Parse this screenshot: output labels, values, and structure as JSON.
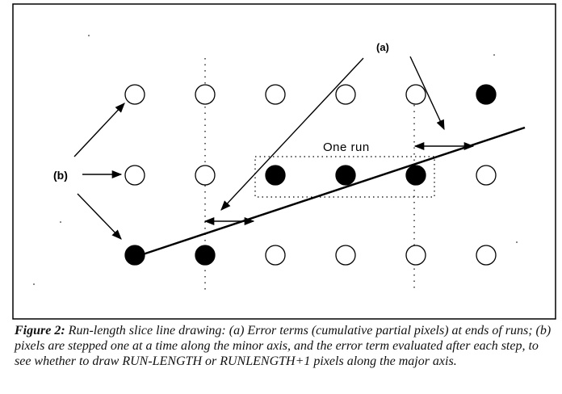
{
  "diagram": {
    "label_a": "(a)",
    "label_b": "(b)",
    "run_label": "One run",
    "pixels": [
      {
        "row": 0,
        "col": 0,
        "filled": false
      },
      {
        "row": 0,
        "col": 1,
        "filled": false
      },
      {
        "row": 0,
        "col": 2,
        "filled": false
      },
      {
        "row": 0,
        "col": 3,
        "filled": false
      },
      {
        "row": 0,
        "col": 4,
        "filled": false
      },
      {
        "row": 0,
        "col": 5,
        "filled": true
      },
      {
        "row": 1,
        "col": 0,
        "filled": false
      },
      {
        "row": 1,
        "col": 1,
        "filled": false
      },
      {
        "row": 1,
        "col": 2,
        "filled": true
      },
      {
        "row": 1,
        "col": 3,
        "filled": true
      },
      {
        "row": 1,
        "col": 4,
        "filled": true
      },
      {
        "row": 1,
        "col": 5,
        "filled": false
      },
      {
        "row": 2,
        "col": 0,
        "filled": true
      },
      {
        "row": 2,
        "col": 1,
        "filled": true
      },
      {
        "row": 2,
        "col": 2,
        "filled": false
      },
      {
        "row": 2,
        "col": 3,
        "filled": false
      },
      {
        "row": 2,
        "col": 4,
        "filled": false
      },
      {
        "row": 2,
        "col": 5,
        "filled": false
      }
    ]
  },
  "caption": {
    "figure_label": "Figure 2:",
    "text": " Run-length slice line drawing: (a) Error terms (cumulative partial pixels) at ends of runs; (b) pixels are stepped one at a time along the minor axis, and the error term evaluated after each step, to see whether to draw RUN-LENGTH or RUNLENGTH+1 pixels along the major axis."
  }
}
